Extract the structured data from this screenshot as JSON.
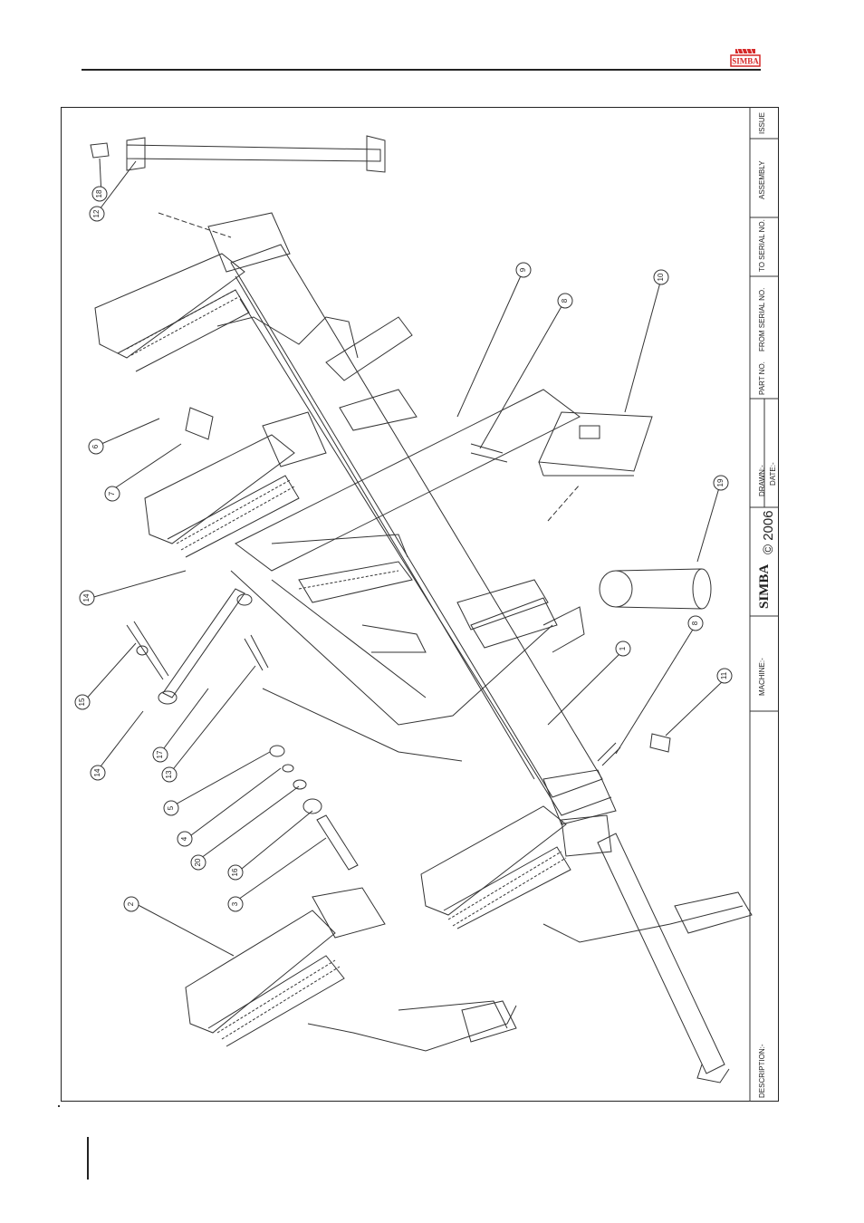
{
  "brand": {
    "name": "SIMBA",
    "color": "#d62828"
  },
  "title_block": {
    "description": "DESCRIPTION:-",
    "machine": "MACHINE:-",
    "drawn": "DRAWN:-",
    "date": "DATE:-",
    "part_no": "PART NO.",
    "from_serial": "FROM SERIAL NO.",
    "to_serial": "TO SERIAL NO.",
    "assembly": "ASSEMBLY",
    "issue": "ISSUE",
    "logo_text": "SIMBA",
    "copyright": "© 2006"
  },
  "callouts": [
    {
      "id": "c18",
      "label": "18"
    },
    {
      "id": "c12",
      "label": "12"
    },
    {
      "id": "c6",
      "label": "6"
    },
    {
      "id": "c7",
      "label": "7"
    },
    {
      "id": "c14a",
      "label": "14"
    },
    {
      "id": "c15",
      "label": "15"
    },
    {
      "id": "c14b",
      "label": "14"
    },
    {
      "id": "c17",
      "label": "17"
    },
    {
      "id": "c13",
      "label": "13"
    },
    {
      "id": "c5",
      "label": "5"
    },
    {
      "id": "c4",
      "label": "4"
    },
    {
      "id": "c20",
      "label": "20"
    },
    {
      "id": "c16",
      "label": "16"
    },
    {
      "id": "c3",
      "label": "3"
    },
    {
      "id": "c2",
      "label": "2"
    },
    {
      "id": "c9",
      "label": "9"
    },
    {
      "id": "c8a",
      "label": "8"
    },
    {
      "id": "c10",
      "label": "10"
    },
    {
      "id": "c19",
      "label": "19"
    },
    {
      "id": "c1",
      "label": "1"
    },
    {
      "id": "c8b",
      "label": "8"
    },
    {
      "id": "c11",
      "label": "11"
    }
  ],
  "icons": {
    "logo": "simba-logo-icon"
  }
}
